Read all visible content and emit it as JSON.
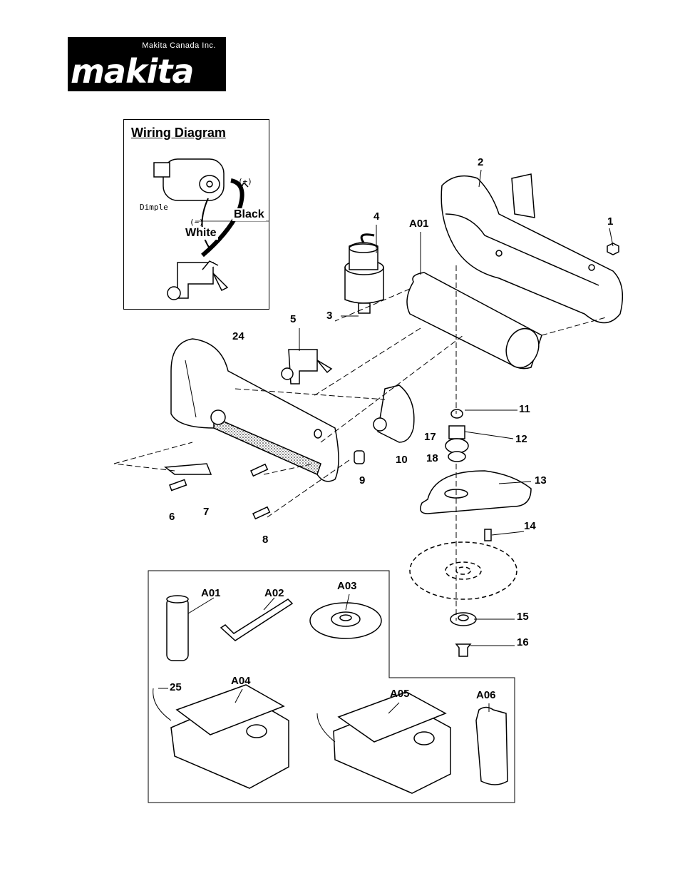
{
  "logo": {
    "company": "Makita Canada Inc.",
    "brand": "makita"
  },
  "wiring_diagram": {
    "title": "Wiring Diagram",
    "plus": "(+)",
    "minus": "(−)",
    "dimple": "Dimple",
    "black": "Black",
    "white": "White"
  },
  "parts": {
    "p1": "1",
    "p2": "2",
    "p3": "3",
    "p4": "4",
    "p5": "5",
    "p6": "6",
    "p7": "7",
    "p8": "8",
    "p9": "9",
    "p10": "10",
    "p11": "11",
    "p12": "12",
    "p13": "13",
    "p14": "14",
    "p15": "15",
    "p16": "16",
    "p17": "17",
    "p18": "18",
    "p24": "24",
    "p25": "25",
    "a01_main": "A01",
    "a01": "A01",
    "a02": "A02",
    "a03": "A03",
    "a04": "A04",
    "a05": "A05",
    "a06": "A06"
  }
}
